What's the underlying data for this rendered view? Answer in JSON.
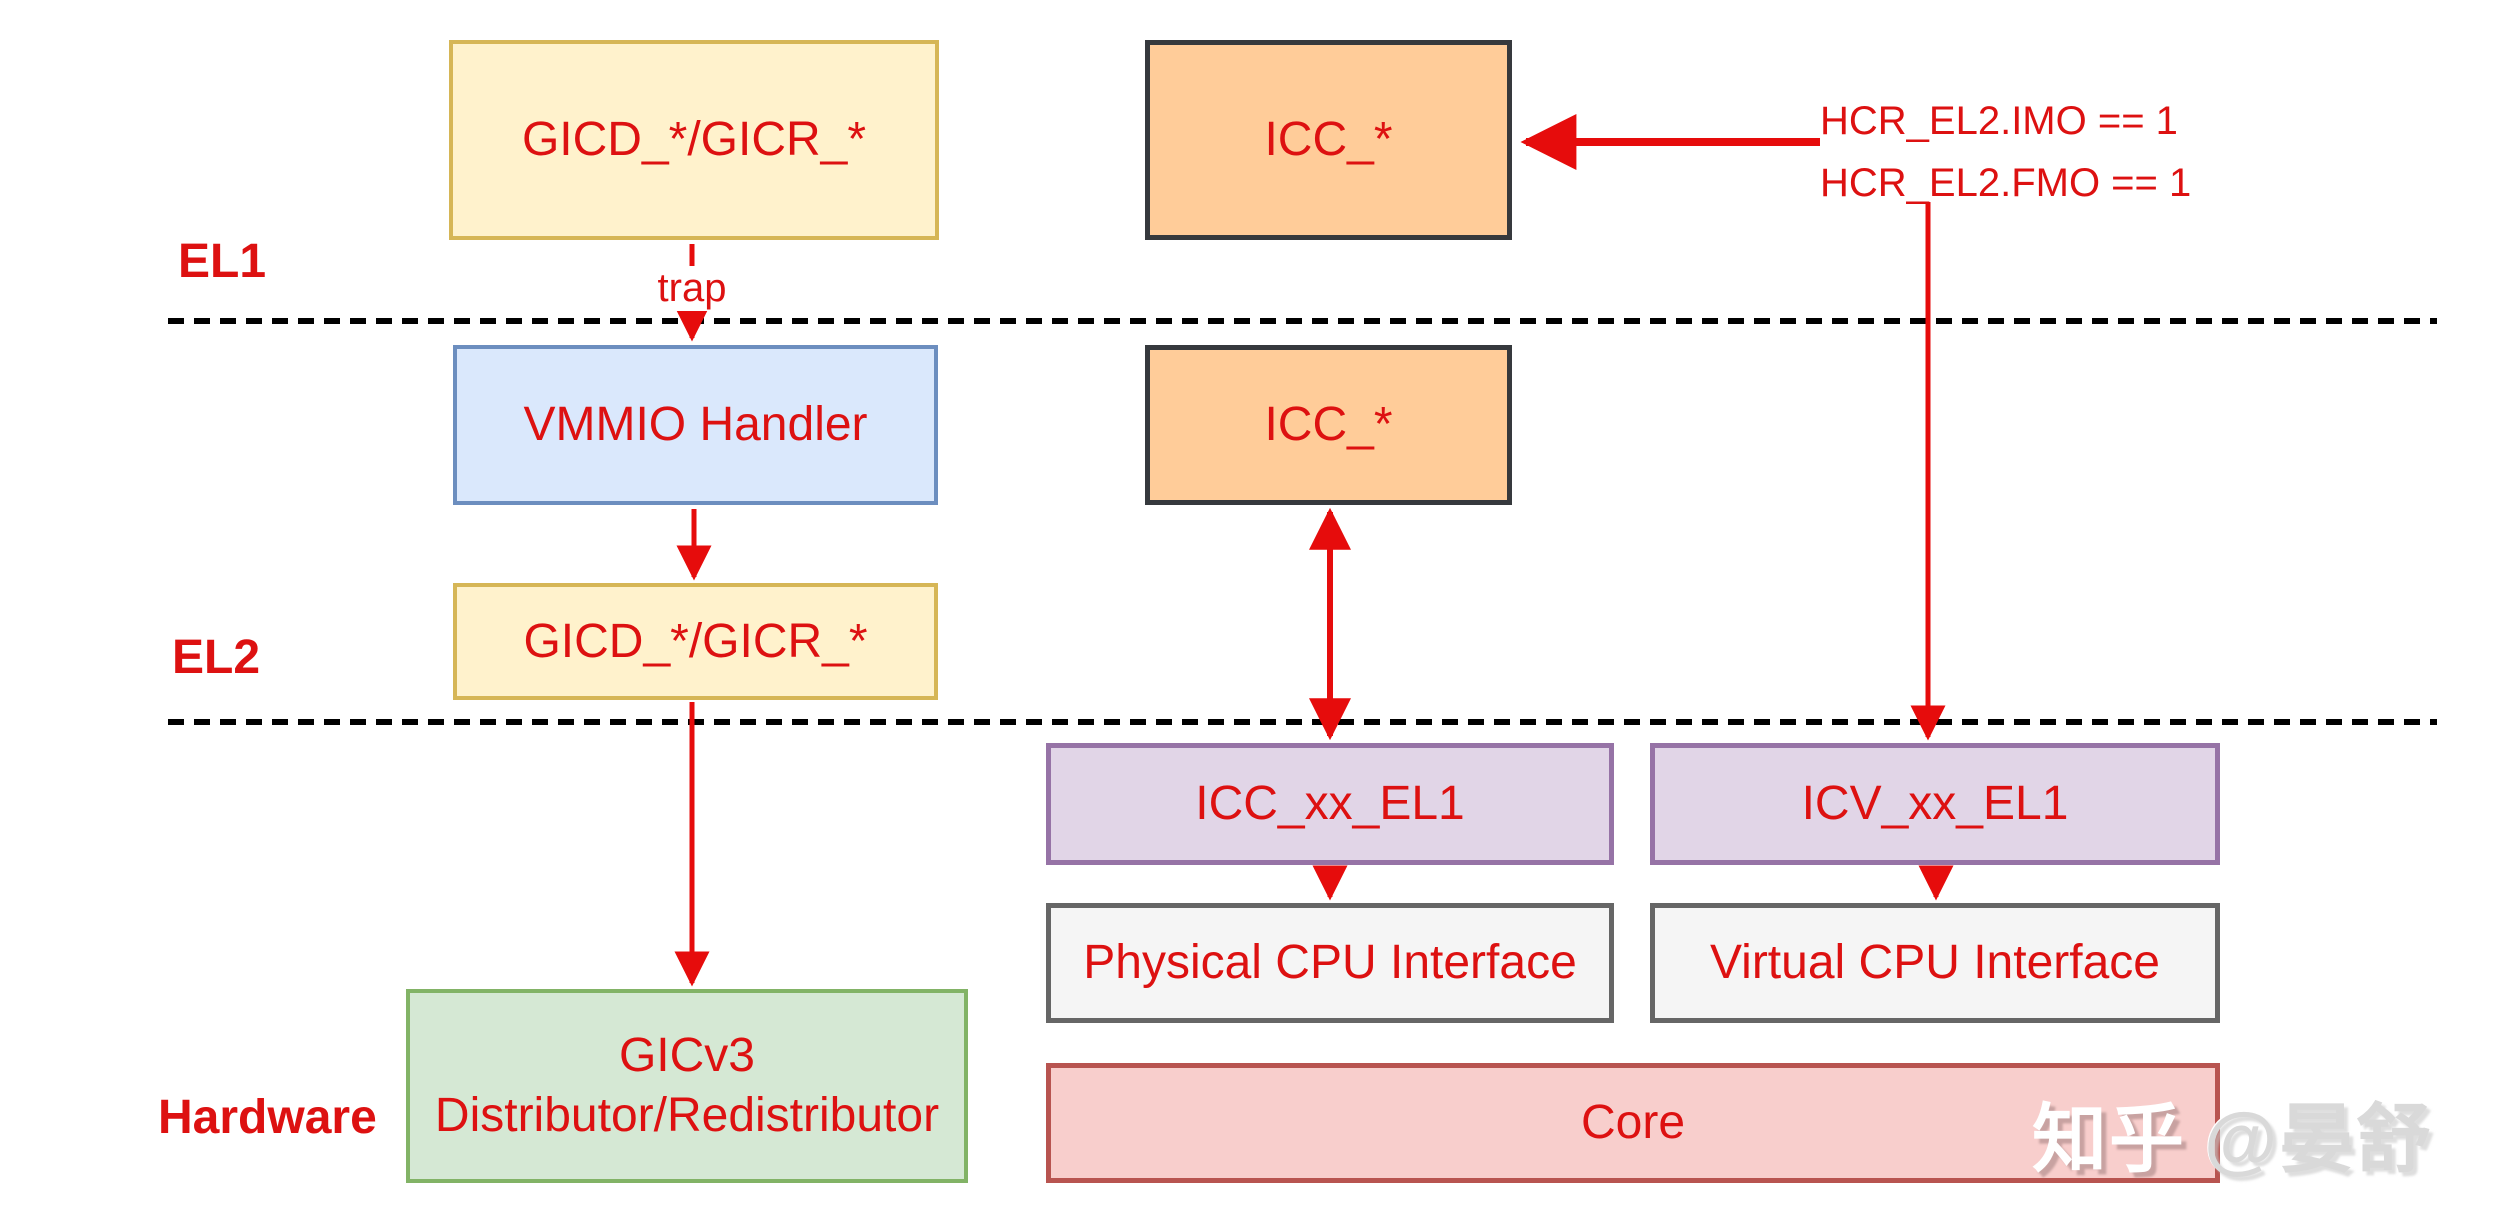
{
  "diagram": {
    "levels": {
      "el1": "EL1",
      "el2": "EL2",
      "hardware": "Hardware"
    },
    "boxes": {
      "gicd_el1": {
        "label": "GICD_*/GICR_*"
      },
      "icc_el1": {
        "label": "ICC_*"
      },
      "vmmio": {
        "label": "VMMIO Handler"
      },
      "icc_el2": {
        "label": "ICC_*"
      },
      "gicd_el2": {
        "label": "GICD_*/GICR_*"
      },
      "icc_xx_el1": {
        "label": "ICC_xx_EL1"
      },
      "icv_xx_el1": {
        "label": "ICV_xx_EL1"
      },
      "physical_cpu": {
        "label": "Physical CPU Interface"
      },
      "virtual_cpu": {
        "label": "Virtual CPU Interface"
      },
      "gicv3": {
        "line1": "GICv3",
        "line2": "Distributor/Redistributor"
      },
      "core": {
        "label": "Core"
      }
    },
    "annotations": {
      "trap": "trap",
      "hcr_imo": "HCR_EL2.IMO == 1",
      "hcr_fmo": "HCR_EL2.FMO == 1"
    },
    "watermark": {
      "brand": "知乎",
      "user": "@晏舒"
    },
    "colors": {
      "text_red": "#dd1111",
      "arrow_red": "#e60c0c",
      "separator_black": "#000000",
      "yellow_fill": "#fff2cc",
      "yellow_border": "#d6b656",
      "orange_fill": "#ffcc99",
      "orange_border": "#36393d",
      "blue_fill": "#dae8fc",
      "blue_border": "#6c8ebf",
      "purple_fill": "#e1d5e7",
      "purple_border": "#9673a6",
      "gray_fill": "#f5f5f5",
      "gray_border": "#666666",
      "green_fill": "#d5e8d4",
      "green_border": "#82b366",
      "pink_fill": "#f8cecc",
      "pink_border": "#b85450"
    }
  }
}
